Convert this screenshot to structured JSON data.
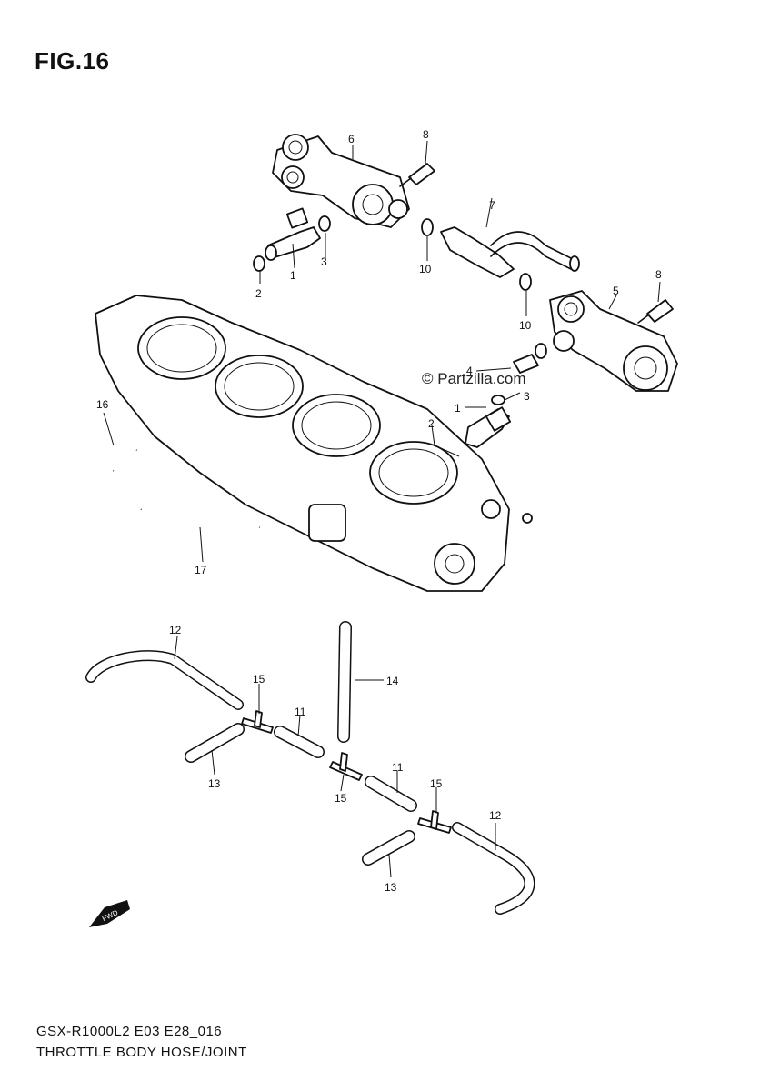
{
  "figure": {
    "title": "FIG.16",
    "model_code": "GSX-R1000L2 E03 E28_016",
    "section_name": "THROTTLE BODY HOSE/JOINT",
    "watermark": "© Partzilla.com",
    "fwd_label": "FWD"
  },
  "callouts": {
    "c1a": "1",
    "c2a": "2",
    "c3a": "3",
    "c6": "6",
    "c8a": "8",
    "c7": "7",
    "c10a": "10",
    "c10b": "10",
    "c5": "5",
    "c8b": "8",
    "c4": "4",
    "c3b": "3",
    "c1b": "1",
    "c2b": "2",
    "c16": "16",
    "c17": "17",
    "c12a": "12",
    "c15a": "15",
    "c11a": "11",
    "c14": "14",
    "c13a": "13",
    "c15b": "15",
    "c11b": "11",
    "c15c": "15",
    "c12b": "12",
    "c13b": "13"
  }
}
